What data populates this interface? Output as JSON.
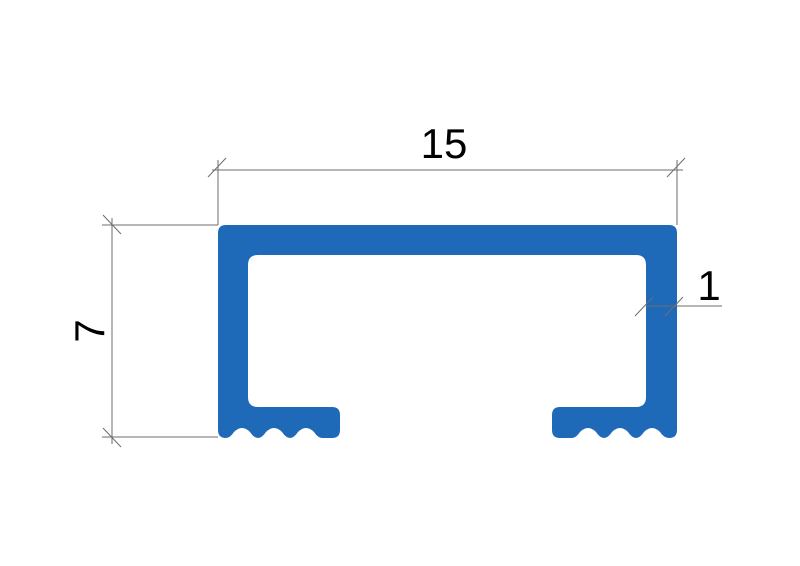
{
  "diagram": {
    "type": "profile-cross-section",
    "shape": "C-channel profile with ribbed feet",
    "fill_color": "#1e6ab8",
    "line_color": "#6e6e6e",
    "dimensions": {
      "width": {
        "label": "15",
        "value": 15
      },
      "height": {
        "label": "7",
        "value": 7
      },
      "wall_thickness": {
        "label": "1",
        "value": 1
      }
    }
  }
}
